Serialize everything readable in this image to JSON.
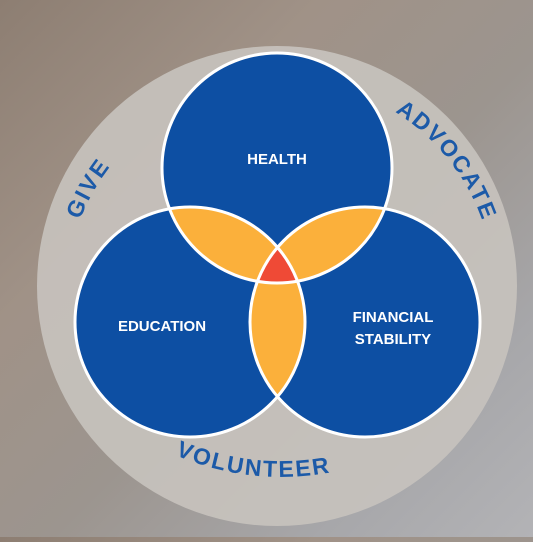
{
  "circles": {
    "top": "HEALTH",
    "left": "EDUCATION",
    "right_line1": "FINANCIAL",
    "right_line2": "STABILITY"
  },
  "ring_words": {
    "give": "GIVE",
    "advocate": "ADVOCATE",
    "volunteer": "VOLUNTEER"
  },
  "colors": {
    "circle_blue": "#0d4fa3",
    "overlap_yellow": "#fbb03b",
    "center_red": "#ef4a36",
    "ring": "#c7c2bd",
    "ring_text": "#1c5aa8",
    "outline": "#ffffff"
  }
}
